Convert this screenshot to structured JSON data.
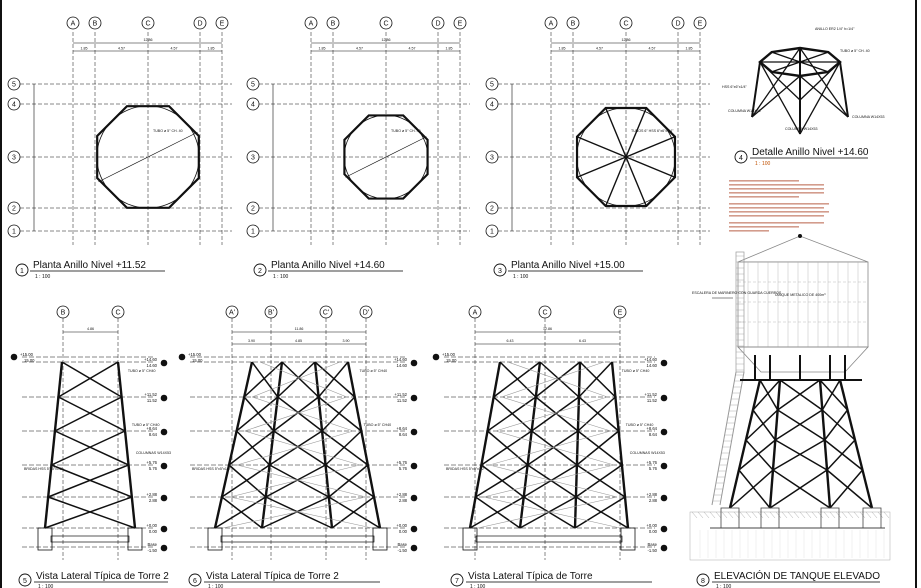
{
  "plans": [
    {
      "num": "1",
      "title": "Planta Anillo Nivel +11.52",
      "scale": "1 : 100",
      "total": "12.86",
      "dims": [
        "1.85",
        "4.57",
        "4.57",
        "1.85"
      ],
      "cols": [
        "A",
        "B",
        "C",
        "D",
        "E"
      ],
      "rows": [
        "5",
        "4",
        "3",
        "2",
        "1"
      ],
      "tube": "TUBO ø 5\" CH. 40"
    },
    {
      "num": "2",
      "title": "Planta Anillo Nivel +14.60",
      "scale": "1 : 100",
      "total": "12.86",
      "dims": [
        "1.85",
        "4.57",
        "4.57",
        "1.85"
      ],
      "cols": [
        "A",
        "B",
        "C",
        "D",
        "E"
      ],
      "rows": [
        "5",
        "4",
        "3",
        "2",
        "1"
      ],
      "tube": "TUBO ø 5\" CH. 40"
    },
    {
      "num": "3",
      "title": "Planta Anillo Nivel +15.00",
      "scale": "1 : 100",
      "total": "12.86",
      "dims": [
        "1.85",
        "4.57",
        "4.57",
        "1.85"
      ],
      "cols": [
        "A",
        "B",
        "C",
        "D",
        "E"
      ],
      "rows": [
        "5",
        "4",
        "3",
        "2",
        "1"
      ],
      "tube": "TUBOS 6\" HSS 6\"x6\"x1/4\""
    }
  ],
  "detail": {
    "num": "4",
    "title": "Detalle Anillo Nivel +14.60",
    "scale": "1 : 100",
    "labels": [
      "ANILLO ER2 1/4\" h=1/4\"",
      "TUBO ø 5\" CH. 40",
      "HSS 6\"x6\"x1/4\"",
      "COLUMNA W14X53",
      "COLUMNA W14X53",
      "COLUMNA W14X53"
    ]
  },
  "elevations": [
    {
      "num": "5",
      "title": "Vista Lateral Típica de Torre 2",
      "scale": "1 : 100",
      "cols": [
        "B",
        "C"
      ],
      "total": "4.86",
      "dims": []
    },
    {
      "num": "6",
      "title": "Vista Lateral Típica de Torre 2",
      "scale": "1 : 100",
      "cols": [
        "A'",
        "B'",
        "C'",
        "D'"
      ],
      "total": "11.86",
      "dims": [
        "3.90",
        "4.85",
        "3.90"
      ]
    },
    {
      "num": "7",
      "title": "Vista Lateral Típica de Torre",
      "scale": "1 : 100",
      "cols": [
        "A",
        "C",
        "E"
      ],
      "total": "12.86",
      "dims": [
        "6.43",
        "6.43"
      ]
    }
  ],
  "levels": [
    {
      "top": "+15.00",
      "bot": "15.00"
    },
    {
      "top": "+14.60",
      "bot": "14.60"
    },
    {
      "top": "+11.52",
      "bot": "11.52"
    },
    {
      "top": "+8.64",
      "bot": "8.64"
    },
    {
      "top": "+5.76",
      "bot": "5.76"
    },
    {
      "top": "+2.88",
      "bot": "2.88"
    },
    {
      "top": "+0.00",
      "bot": "0.00"
    },
    {
      "top": "Base",
      "bot": "-1.50"
    }
  ],
  "elev_labels": {
    "tube1": "TUBO ø 5\" CH40",
    "tube2": "TUBO ø 5\" CH40",
    "columns": "COLUMNAS W14X53",
    "brace": "BRIDAS HSS 5\"x5\"x1/2\""
  },
  "tank": {
    "num": "8",
    "title": "ELEVACIÓN DE TANQUE ELEVADO",
    "scale": "1 : 100",
    "tank_label": "TANQUE METALICO DE 400m³",
    "ladder_label": "ESCALERA DE MARINERO CON GUARDA CUERPOS"
  }
}
